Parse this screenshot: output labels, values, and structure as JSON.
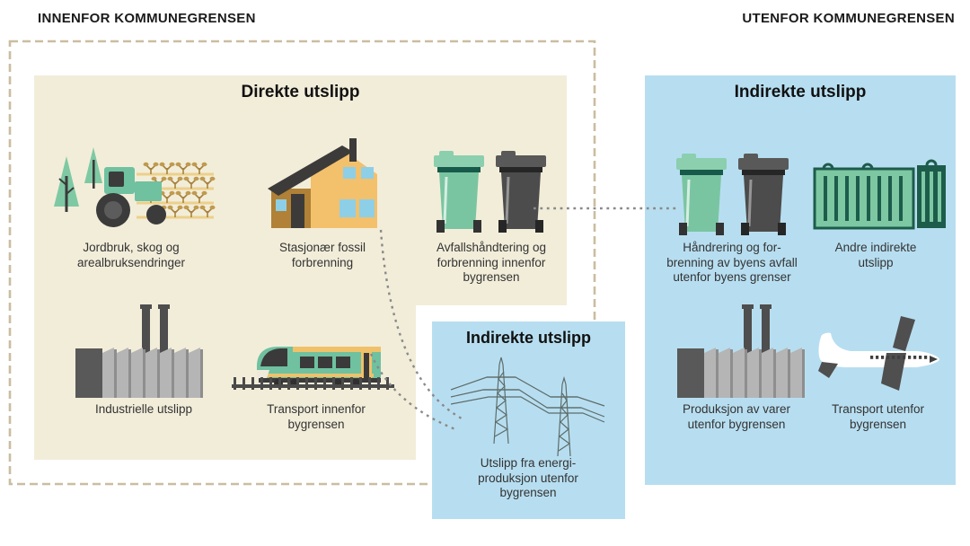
{
  "headers": {
    "left": "INNENFOR KOMMUNEGRENSEN",
    "right": "UTENFOR KOMMUNEGRENSEN"
  },
  "palette": {
    "beige_box": "#f2edd9",
    "light_blue_box": "#b7def0",
    "dashed_boundary": "#cabda0",
    "connector_gray": "#8a8a8a",
    "accent_green": "#7ac5a1",
    "accent_gold": "#f0bf6a",
    "dark_gray": "#4c4c4c",
    "window_blue": "#8ecfe8"
  },
  "boxes": {
    "direct": {
      "title": "Direkte utslipp",
      "items": [
        {
          "icon": "farm-tractor-field-icon",
          "label": "Jordbruk, skog og\narealbruksendringer"
        },
        {
          "icon": "house-icon",
          "label": "Stasjonær fossil\nforbrenning"
        },
        {
          "icon": "waste-bins-icon",
          "label": "Avfallshåndtering og\nforbrenning innenfor\nbygrensen"
        },
        {
          "icon": "factory-icon",
          "label": "Industrielle utslipp"
        },
        {
          "icon": "train-icon",
          "label": "Transport innenfor\nbygrensen"
        }
      ]
    },
    "indirect_energy": {
      "title": "Indirekte utslipp",
      "items": [
        {
          "icon": "power-lines-icon",
          "label": "Utslipp fra energi-\nproduksjon utenfor\nbygrensen"
        }
      ]
    },
    "indirect_outside": {
      "title": "Indirekte utslipp",
      "items": [
        {
          "icon": "waste-bins-icon",
          "label": "Håndrering og for-\nbrenning av byens avfall\nutenfor byens grenser"
        },
        {
          "icon": "shipping-container-icon",
          "label": "Andre indirekte\nutslipp"
        },
        {
          "icon": "factory-icon",
          "label": "Produksjon av varer\nutenfor bygrensen"
        },
        {
          "icon": "airplane-icon",
          "label": "Transport utenfor\nbygrensen"
        }
      ]
    }
  }
}
